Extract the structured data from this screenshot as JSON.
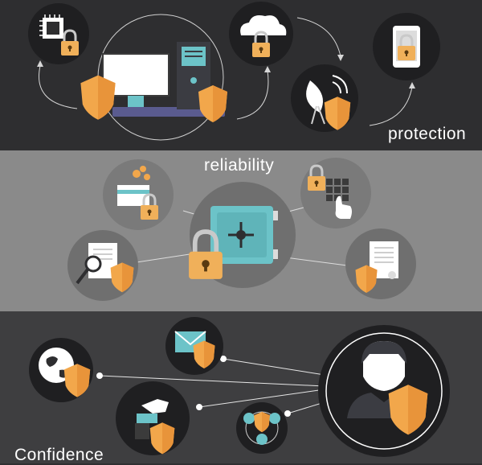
{
  "sections": {
    "top": {
      "label": "protection"
    },
    "middle": {
      "label": "reliability"
    },
    "bottom": {
      "label": "Confidence"
    }
  },
  "colors": {
    "top_background": "#2e2e30",
    "middle_background": "#8a8a8a",
    "bottom_background": "#3e3e40",
    "shield_orange": "#f2a74b",
    "lock_orange": "#f0b05a",
    "safe_teal": "#6cc3c8",
    "circle_dark": "#1f1f21"
  },
  "icons": [
    "chip-lock-icon",
    "computer-icon",
    "shield-icon",
    "cloud-lock-icon",
    "satellite-dish-icon",
    "phone-lock-icon",
    "card-lock-icon",
    "safe-icon",
    "keypad-lock-icon",
    "magnifier-document-icon",
    "document-shield-icon",
    "globe-shield-icon",
    "mail-shield-icon",
    "handshake-icon",
    "user-network-icon",
    "user-shield-icon"
  ]
}
